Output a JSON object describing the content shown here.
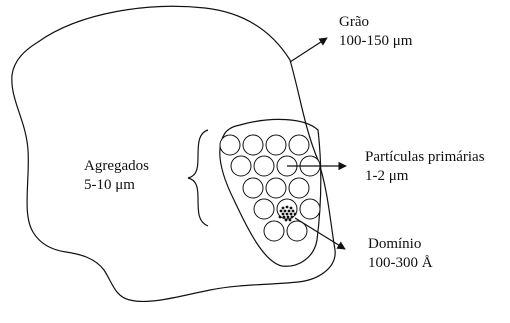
{
  "labels": {
    "grain_name": "Grão",
    "grain_size": "100-150 μm",
    "aggregate_name": "Agregados",
    "aggregate_size": "5-10 μm",
    "particle_name": "Partículas primárias",
    "particle_size": "1-2 μm",
    "domain_name": "Domínio",
    "domain_size": "100-300 Å"
  }
}
